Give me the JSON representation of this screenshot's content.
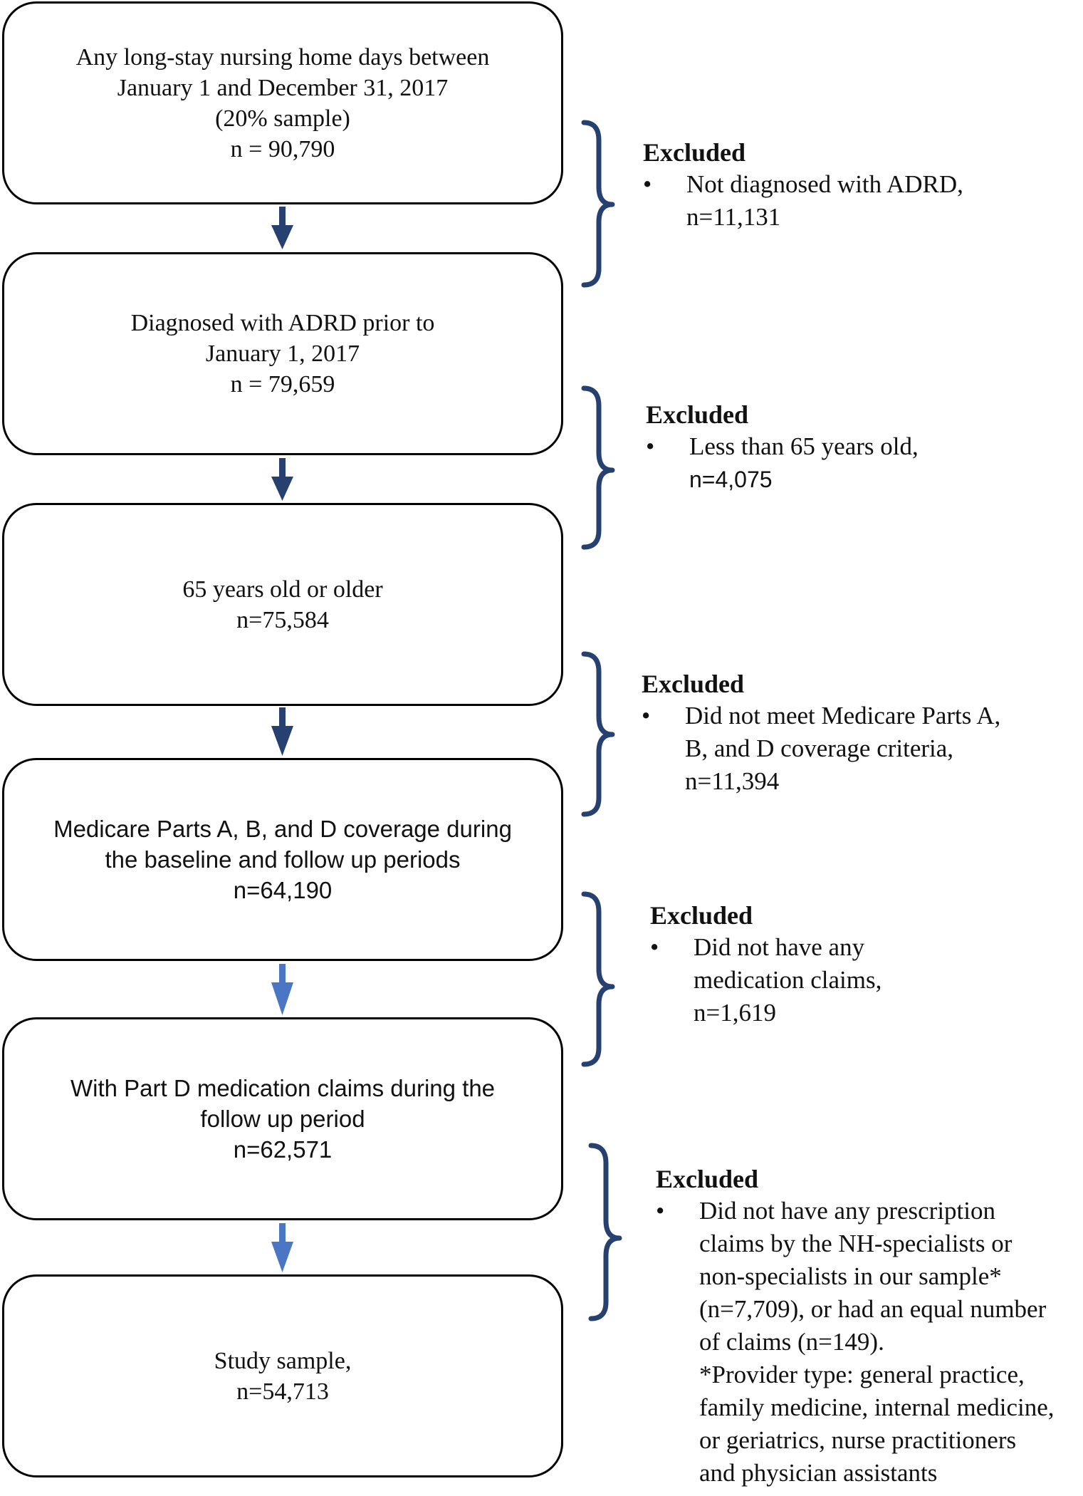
{
  "colors": {
    "arrow_dark": "#26406f",
    "arrow_light": "#4a76c4",
    "brace": "#26406f",
    "box_border": "#000000"
  },
  "boxes": [
    {
      "lines": [
        "Any long-stay nursing home days between",
        "January 1 and December 31, 2017",
        "(20% sample)",
        "n = 90,790"
      ]
    },
    {
      "lines": [
        "Diagnosed with ADRD prior to",
        "January 1, 2017",
        "n = 79,659"
      ]
    },
    {
      "lines": [
        "65 years old or older",
        "n=75,584"
      ]
    },
    {
      "lines": [
        "Medicare Parts A, B, and D coverage during",
        "the baseline and follow up periods",
        "n=64,190"
      ]
    },
    {
      "lines": [
        "With Part D medication claims during the",
        "follow up period",
        "n=62,571"
      ]
    },
    {
      "lines": [
        "Study sample,",
        "n=54,713"
      ]
    }
  ],
  "exclusions": [
    {
      "title": "Excluded",
      "bullet": "•",
      "lines": [
        "Not diagnosed with ADRD,",
        "n=11,131"
      ]
    },
    {
      "title": "Excluded",
      "bullet": "•",
      "lines": [
        "Less than 65 years old,",
        "n=4,075"
      ]
    },
    {
      "title": "Excluded",
      "bullet": "•",
      "lines": [
        "Did not meet Medicare Parts A,",
        "B, and D coverage criteria,",
        "n=11,394"
      ]
    },
    {
      "title": "Excluded",
      "bullet": "•",
      "lines": [
        "Did not have any",
        "medication claims,",
        "n=1,619"
      ]
    },
    {
      "title": "Excluded",
      "bullet": "•",
      "lines": [
        "Did not have any prescription",
        "claims by the NH-specialists or",
        "non-specialists in our sample*",
        "(n=7,709), or had an equal number",
        "of claims (n=149).",
        "*Provider type: general practice,",
        "family medicine, internal medicine,",
        "or geriatrics, nurse practitioners",
        "and physician assistants"
      ]
    }
  ]
}
